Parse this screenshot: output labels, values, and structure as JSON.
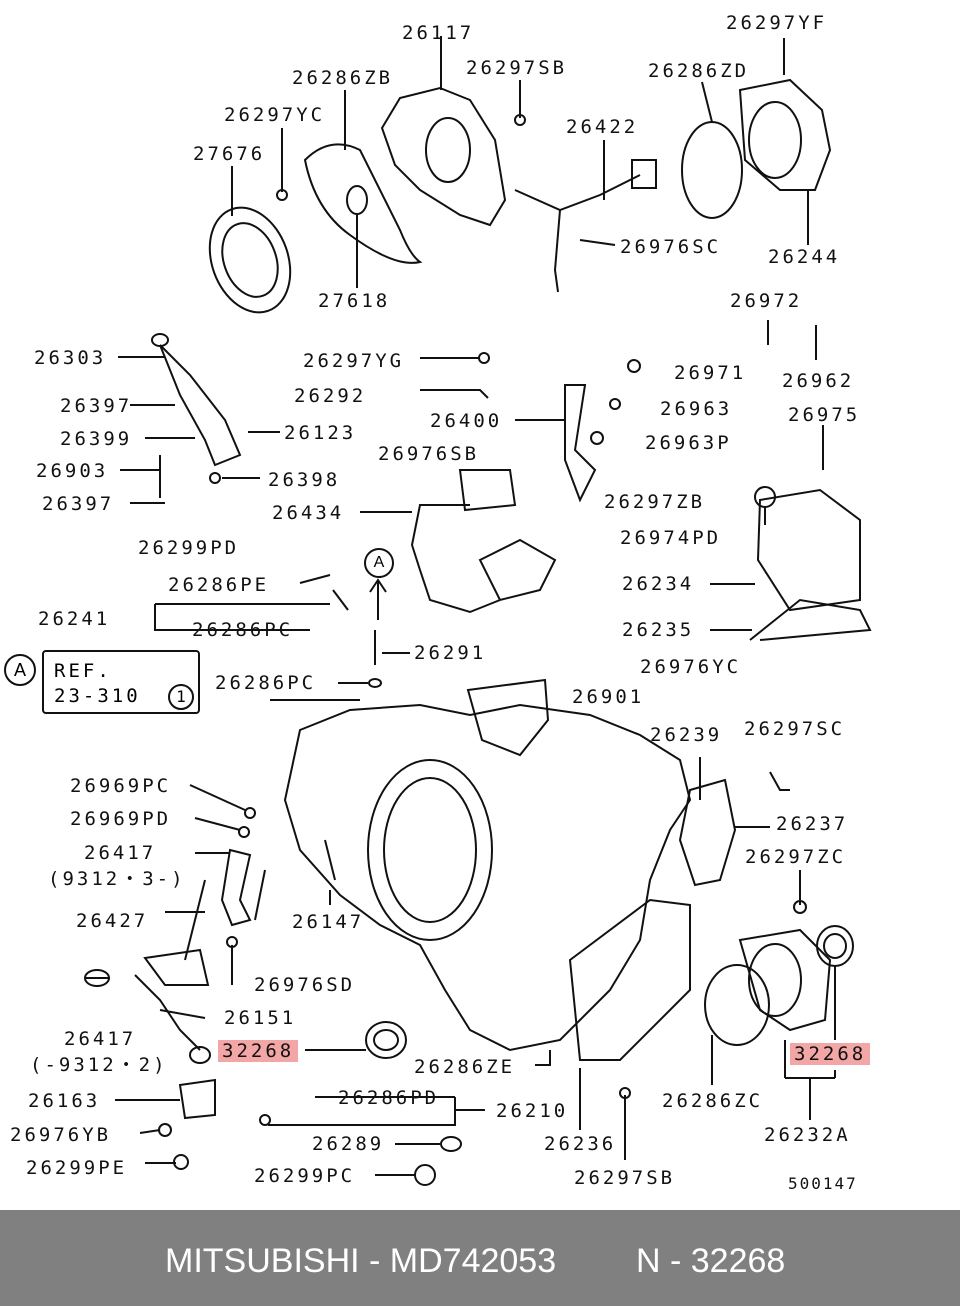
{
  "labels": {
    "l26117": "26117",
    "l26297yf": "26297YF",
    "l26286zb": "26286ZB",
    "l26297sb_top": "26297SB",
    "l26286zd": "26286ZD",
    "l26297yc": "26297YC",
    "l27676": "27676",
    "l26422": "26422",
    "l26976sc": "26976SC",
    "l26244": "26244",
    "l27618": "27618",
    "l26972": "26972",
    "l26303": "26303",
    "l26297yg": "26297YG",
    "l26971": "26971",
    "l26962": "26962",
    "l26397a": "26397",
    "l26292": "26292",
    "l26963": "26963",
    "l26975": "26975",
    "l26400": "26400",
    "l26399": "26399",
    "l26123": "26123",
    "l26963p": "26963P",
    "l26903": "26903",
    "l26976sb": "26976SB",
    "l26398": "26398",
    "l26397b": "26397",
    "l26297zb": "26297ZB",
    "l26434": "26434",
    "l26974pd": "26974PD",
    "l26299pd": "26299PD",
    "l26286pe": "26286PE",
    "l26234": "26234",
    "l26241": "26241",
    "l26286pc_a": "26286PC",
    "l26235": "26235",
    "l26291": "26291",
    "l26976yc": "26976YC",
    "l26286pc_b": "26286PC",
    "l26901": "26901",
    "l26239": "26239",
    "l26297sc": "26297SC",
    "l26969pc": "26969PC",
    "l26969pd": "26969PD",
    "l26237": "26237",
    "l26417a": "26417",
    "l9312a": "(9312・3-)",
    "l26297zc": "26297ZC",
    "l26427": "26427",
    "l26147": "26147",
    "l26976sd": "26976SD",
    "l26151": "26151",
    "l26417b": "26417",
    "l9312b": "(-9312・2)",
    "l32268a": "32268",
    "l32268b": "32268",
    "l26286ze": "26286ZE",
    "l26163": "26163",
    "l26286pd": "26286PD",
    "l26210": "26210",
    "l26286zc": "26286ZC",
    "l26976yb": "26976YB",
    "l26289": "26289",
    "l26236": "26236",
    "l26232a": "26232A",
    "l26299pe": "26299PE",
    "l26299pc": "26299PC",
    "l26297sb_bottom": "26297SB",
    "l500147": "500147"
  },
  "callouts": {
    "a_left": "A",
    "a_arrow": "A",
    "ref_line1": "REF.",
    "ref_line2": "23-310",
    "ref_circle": "1"
  },
  "footer": {
    "brand": "MITSUBISHI - MD742053",
    "part": "N - 32268"
  },
  "colors": {
    "highlight": "#f2a6a6",
    "footer_bg": "#808080",
    "line": "#111111"
  }
}
